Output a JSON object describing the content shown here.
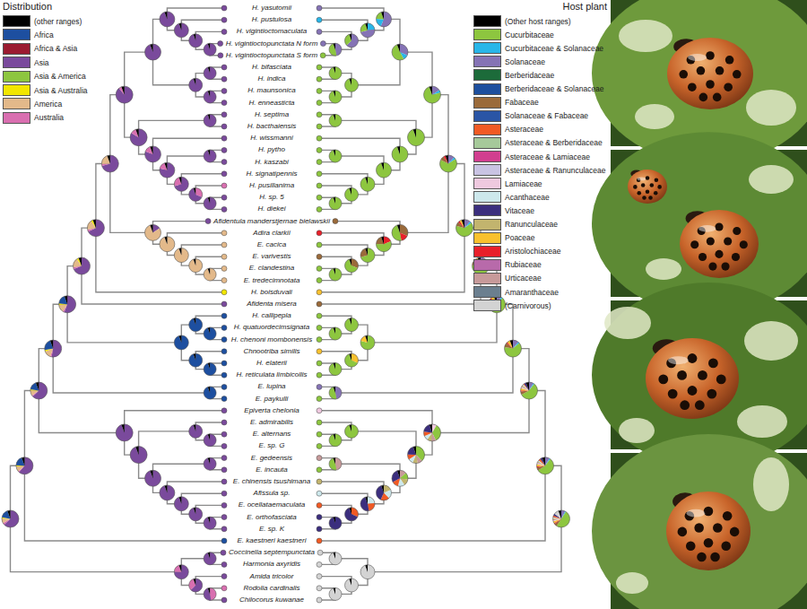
{
  "diagram": {
    "labels": [
      "Distribution",
      "Host plant",
      "H. yasutomii",
      "H. pustulosa",
      "H. vigintioctomaculata",
      "H. vigintioctopunctata N form",
      "H. vigintioctopunctata S form",
      "H. bifasciata",
      "H. indica",
      "H. maunsonica",
      "H. enneasticta",
      "H. septima",
      "H. bacthaiensis",
      "H. wissmanni",
      "H. pytho",
      "H. kaszabi",
      "H. signatipennis",
      "H. pusillanima",
      "H. sp. 5",
      "H. diekei",
      "Afidentula manderstjernae bielawskii",
      "Adira clarkii",
      "E. cacica",
      "E. varivestis",
      "E. clandestina",
      "E. tredecimnotata",
      "H. boisduvali",
      "Afidenta misera",
      "H. callipepla",
      "H. quatuordecimsignata",
      "H. chenoni mombonensis",
      "Chnootriba similis",
      "H. elaterii",
      "H. reticulata limbicollis",
      "E. lupina",
      "E. paykulli",
      "Epiverta chelonia",
      "E. admirabilis",
      "E. alternans",
      "E. sp. G",
      "E. gedeensis",
      "E. incauta",
      "E. chinensis tsushimana",
      "Afissula sp.",
      "E. ocellataemaculata",
      "E. orthofasciata",
      "E. sp. K",
      "E. kaestneri kaestneri",
      "Coccinella septempunctata",
      "Harmonia axyridis",
      "Amida tricolor",
      "Rodolia cardinalis",
      "Chilocorus kuwanae"
    ],
    "legend": [
      {
        "text": "(other ranges)",
        "color": "#000000"
      },
      {
        "text": "Africa",
        "color": "#1d4fa0"
      },
      {
        "text": "Africa & Asia",
        "color": "#9b1b30"
      },
      {
        "text": "Asia",
        "color": "#7a4a9c"
      },
      {
        "text": "Asia & America",
        "color": "#8dc63f"
      },
      {
        "text": "Asia & Australia",
        "color": "#f2e600"
      },
      {
        "text": "America",
        "color": "#e3b98a"
      },
      {
        "text": "Australia",
        "color": "#d96fb0"
      },
      {
        "text": "(Other host ranges)",
        "color": "#000000"
      },
      {
        "text": "Cucurbitaceae",
        "color": "#8dc63f"
      },
      {
        "text": "Cucurbitaceae & Solanaceae",
        "color": "#29b6e8"
      },
      {
        "text": "Solanaceae",
        "color": "#8573b5"
      },
      {
        "text": "Berberidaceae",
        "color": "#1c6b3a"
      },
      {
        "text": "Berberidaceae & Solanaceae",
        "color": "#1d4f9e"
      },
      {
        "text": "Fabaceae",
        "color": "#9a6a3a"
      },
      {
        "text": "Solanaceae & Fabaceae",
        "color": "#2a55a5"
      },
      {
        "text": "Asteraceae",
        "color": "#f15a24"
      },
      {
        "text": "Asteraceae & Berberidaceae",
        "color": "#a6c99a"
      },
      {
        "text": "Asteraceae & Lamiaceae",
        "color": "#d13e8f"
      },
      {
        "text": "Asteraceae & Ranunculaceae",
        "color": "#c9c3e3"
      },
      {
        "text": "Lamiaceae",
        "color": "#efc9df"
      },
      {
        "text": "Acanthaceae",
        "color": "#cde8ec"
      },
      {
        "text": "Vitaceae",
        "color": "#3b2e7e"
      },
      {
        "text": "Ranunculaceae",
        "color": "#c2b46e"
      },
      {
        "text": "Poaceae",
        "color": "#f9c12e"
      },
      {
        "text": "Aristolochiaceae",
        "color": "#e8202a"
      },
      {
        "text": "Rubiaceae",
        "color": "#b86aaa"
      },
      {
        "text": "Urticaceae",
        "color": "#c79a9a"
      },
      {
        "text": "Amaranthaceae",
        "color": "#6b7f8f"
      },
      {
        "text": "(Carnivorous)",
        "color": "#d3d3d3"
      }
    ]
  }
}
